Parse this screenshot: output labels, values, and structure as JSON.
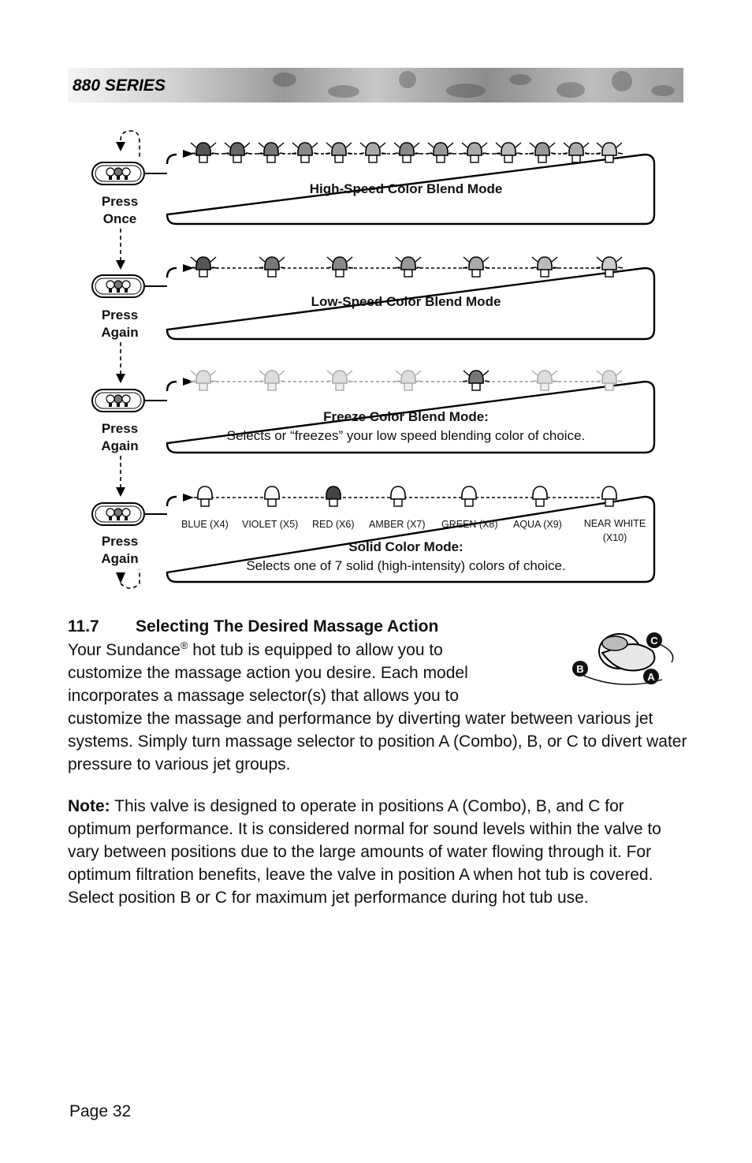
{
  "header": {
    "title": "880 SERIES"
  },
  "modes": [
    {
      "press": "Press Once",
      "title": "High-Speed Color Blend Mode",
      "subtitle": ""
    },
    {
      "press": "Press Again",
      "title": "Low-Speed Color Blend Mode",
      "subtitle": ""
    },
    {
      "press": "Press Again",
      "title": "Freeze Color Blend Mode:",
      "subtitle": "Selects or “freezes” your low speed blending color of choice."
    },
    {
      "press": "Press Again",
      "title": "Solid Color Mode:",
      "subtitle": "Selects one of 7 solid (high-intensity) colors of choice."
    }
  ],
  "solid_colors": [
    "BLUE (X4)",
    "VIOLET (X5)",
    "RED (X6)",
    "AMBER (X7)",
    "GREEN (X8)",
    "AQUA (X9)",
    "NEAR WHITE (X10)"
  ],
  "section": {
    "number": "11.7",
    "title": "Selecting The Desired Massage Action",
    "intro_start": "Your Sundance",
    "registered": "®",
    "intro_line1": " hot tub is equipped to allow you to",
    "intro_line2": "customize the massage action you desire. Each model",
    "intro_line3": "incorporates a massage selector(s) that allows you to",
    "intro_rest": "customize the massage and performance by diverting water between various jet systems. Simply turn massage selector to position A (Combo), B, or C to divert water pressure to various jet groups.",
    "note_label": "Note:",
    "note_text": " This valve is designed to operate in positions A (Combo), B, and C for optimum performance. It is considered normal for sound levels within the valve to vary between positions due to the large amounts of water flowing through it. For optimum filtration benefits, leave the valve in position A when hot tub is covered. Select position B or C for maximum jet performance during hot tub use."
  },
  "selector_positions": [
    "A",
    "B",
    "C"
  ],
  "page": {
    "number": "Page 32"
  }
}
